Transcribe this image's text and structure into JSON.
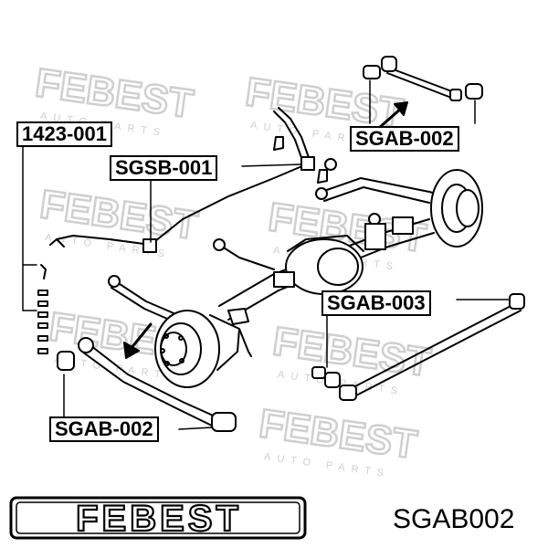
{
  "diagram": {
    "watermark_text": "FEBEST",
    "watermark_subtext": "AUTO PARTS",
    "callouts": {
      "tl": "1423-001",
      "sgsb": "SGSB-001",
      "sgab_top": "SGAB-002",
      "sgab_mid": "SGAB-003",
      "sgab_bottom": "SGAB-002"
    }
  },
  "footer": {
    "brand_logo": "FEBEST",
    "part_number": "SGAB002"
  },
  "colors": {
    "line": "#000000",
    "watermark": "#c8c8c8",
    "background": "#ffffff"
  }
}
